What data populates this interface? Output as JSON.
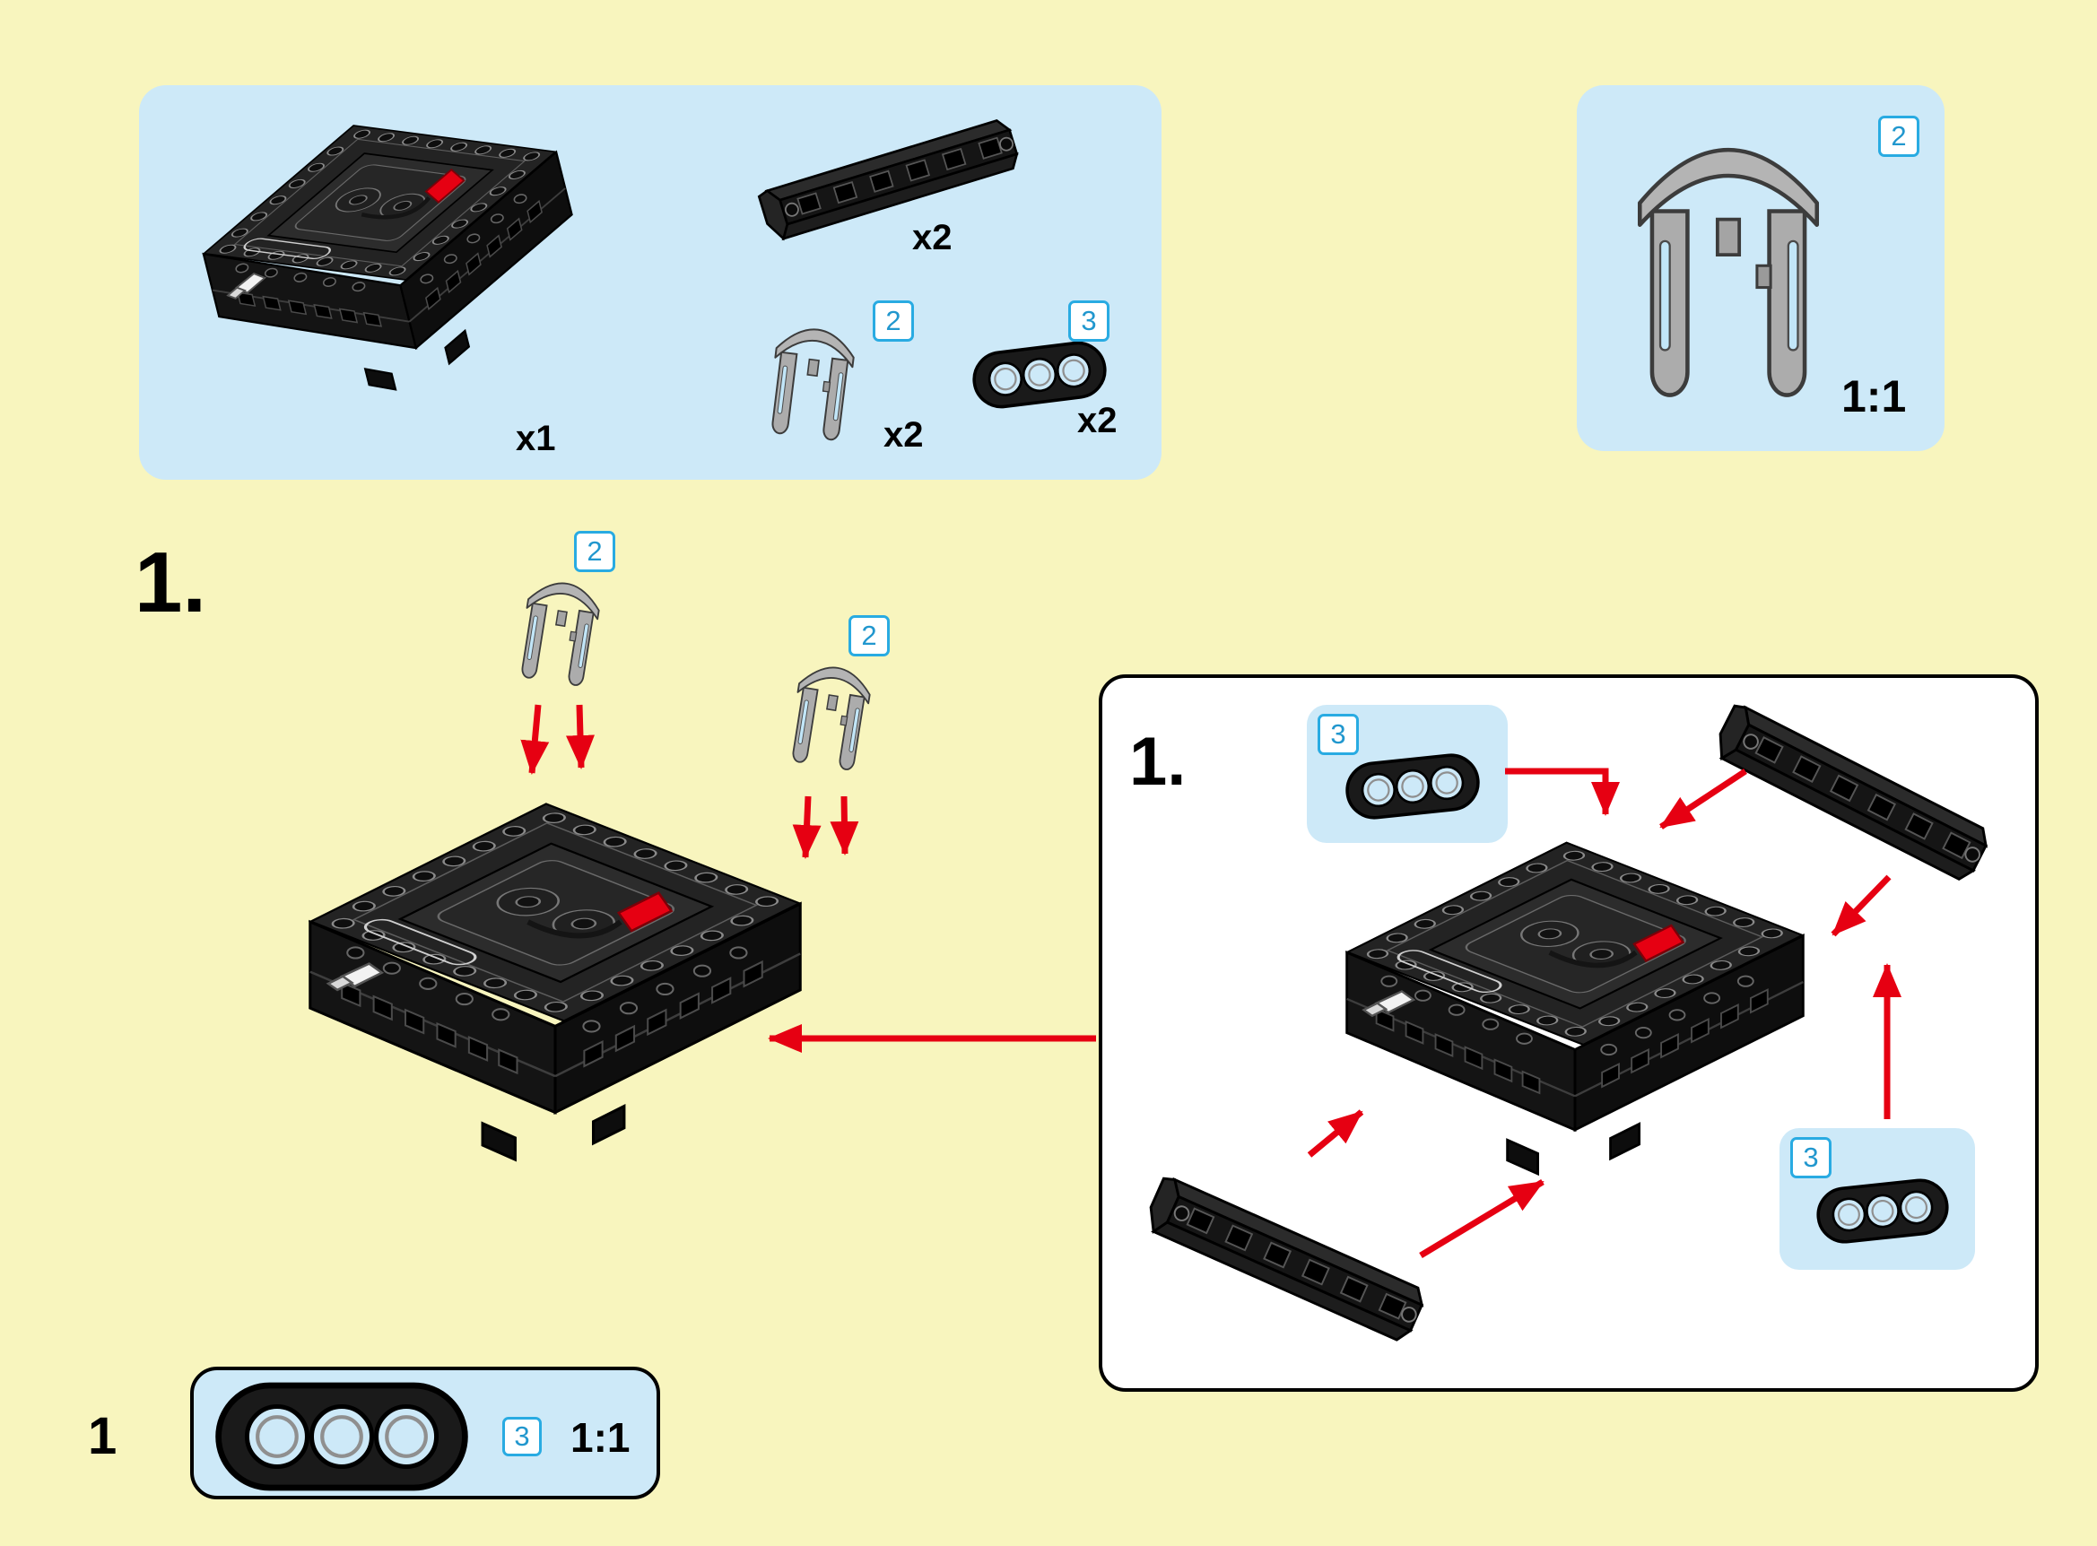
{
  "page": {
    "number": "1",
    "background": "#F8F5BE"
  },
  "colors": {
    "panel_blue": "#CDE9F8",
    "arrow_red": "#E60012",
    "badge_blue": "#29ABE2"
  },
  "parts_panel": {
    "battery_box_qty": "x1",
    "flat_beam_qty": "x2",
    "fork_badge": "2",
    "fork_qty": "x2",
    "liftarm_badge": "3",
    "liftarm_qty": "x2"
  },
  "fork_scale_panel": {
    "badge": "2",
    "scale": "1:1"
  },
  "main_step": {
    "number": "1.",
    "fork_left_badge": "2",
    "fork_right_badge": "2"
  },
  "substep_panel": {
    "number": "1.",
    "callout_top_badge": "3",
    "callout_bottom_badge": "3"
  },
  "liftarm_scale_panel": {
    "badge": "3",
    "scale": "1:1"
  }
}
